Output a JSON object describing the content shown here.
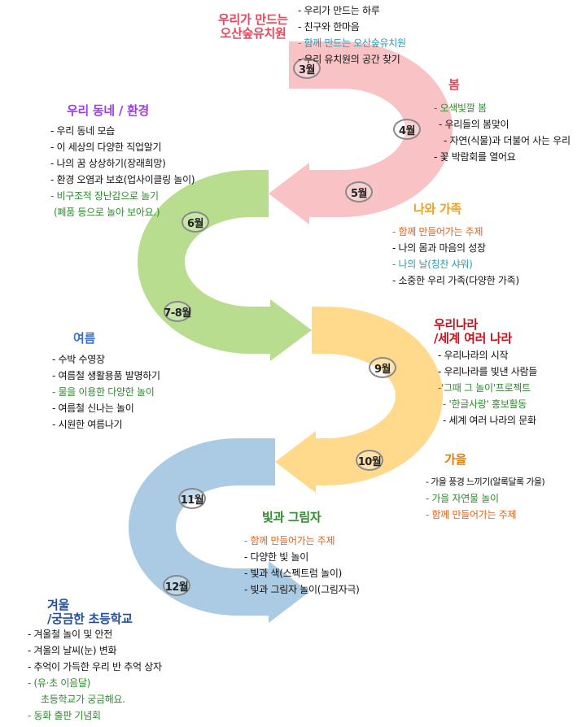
{
  "colors": {
    "spring": "#f9c2c5",
    "summer": "#b9dd8e",
    "autumn": "#ffd98c",
    "winter": "#aacbe3",
    "title_march": "#e8475a",
    "title_spring": "#e8475a",
    "title_neighborhood": "#9a3fe0",
    "title_family": "#f0a020",
    "title_summer": "#3a6fd0",
    "title_korea": "#c0141e",
    "title_autumn": "#e07d10",
    "title_light": "#2e8b2e",
    "title_winter": "#1f4fa0",
    "item_green": "#2e8b2e",
    "item_orange": "#e0601a",
    "item_teal": "#2a9bb0"
  },
  "months": {
    "m3": "3월",
    "m4": "4월",
    "m5": "5월",
    "m6": "6월",
    "m78": "7-8월",
    "m9": "9월",
    "m10": "10월",
    "m11": "11월",
    "m12": "12월"
  },
  "themes": {
    "march": {
      "title_line1": "우리가 만드는",
      "title_line2": "오산숲유치원",
      "items": [
        "- 우리가 만드는 하루",
        "- 친구와 한마음",
        "- 함께 만드는 오산숲유치원",
        "- 우리 유치원의 공간 찾기"
      ]
    },
    "spring": {
      "title": "봄",
      "items": [
        "- 오색빛깔 봄",
        "- 우리들의 봄맞이",
        "- 자연(식물)과 더불어 사는 우리",
        "- 꽃 박람회를 열어요"
      ]
    },
    "neighborhood": {
      "title": "우리 동네 / 환경",
      "items": [
        "- 우리 동네 모습",
        "- 이 세상의 다양한 직업알기",
        "- 나의 꿈 상상하기(장래희망)",
        "- 환경 오염과 보호(업사이클링 놀이)",
        "- 비구조적 장난감으로 놀기",
        "(폐품 등으로 놀아 보아요.)"
      ]
    },
    "family": {
      "title": "나와 가족",
      "items": [
        "- 함께 만들어가는 주제",
        "- 나의 몸과 마음의 성장",
        "- 나의 날(칭찬 샤워)",
        "- 소중한 우리 가족(다양한 가족)"
      ]
    },
    "summer": {
      "title": "여름",
      "items": [
        "- 수박 수영장",
        "- 여름철 생활용품 발명하기",
        "- 물을 이용한 다양한 놀이",
        "- 여름철 신나는 놀이",
        "- 시원한 여름나기"
      ]
    },
    "korea": {
      "title_line1": "우리나라",
      "title_line2": "/세계 여러 나라",
      "items": [
        "- 우리나라의 시작",
        "- 우리나라를 빛낸 사람들",
        "-'그때 그 놀이'프로젝트",
        "- '한글사랑' 홍보활동",
        "- 세계 여러 나라의 문화"
      ]
    },
    "autumn": {
      "title": "가을",
      "items": [
        "- 가을 풍경 느끼기(알록달록 가을)",
        "- 가을 자연물 놀이",
        "- 함께 만들어가는 주제"
      ]
    },
    "light": {
      "title": "빛과 그림자",
      "items": [
        "- 함께 만들어가는 주제",
        "- 다양한 빛 놀이",
        "- 빛과 색(스펙트럼 놀이)",
        "- 빛과 그림자 놀이(그림자극)"
      ]
    },
    "winter": {
      "title_line1": "겨울",
      "title_line2": "/궁금한 초등학교",
      "items": [
        "- 겨울철 놀이 및 안전",
        "- 겨울의 날씨(눈) 변화",
        "- 추억이 가득한 우리 반 추억 상자",
        "- (유·초 이음달)",
        "초등학교가 궁금해요.",
        "- 동화 출판 기념회"
      ]
    }
  }
}
